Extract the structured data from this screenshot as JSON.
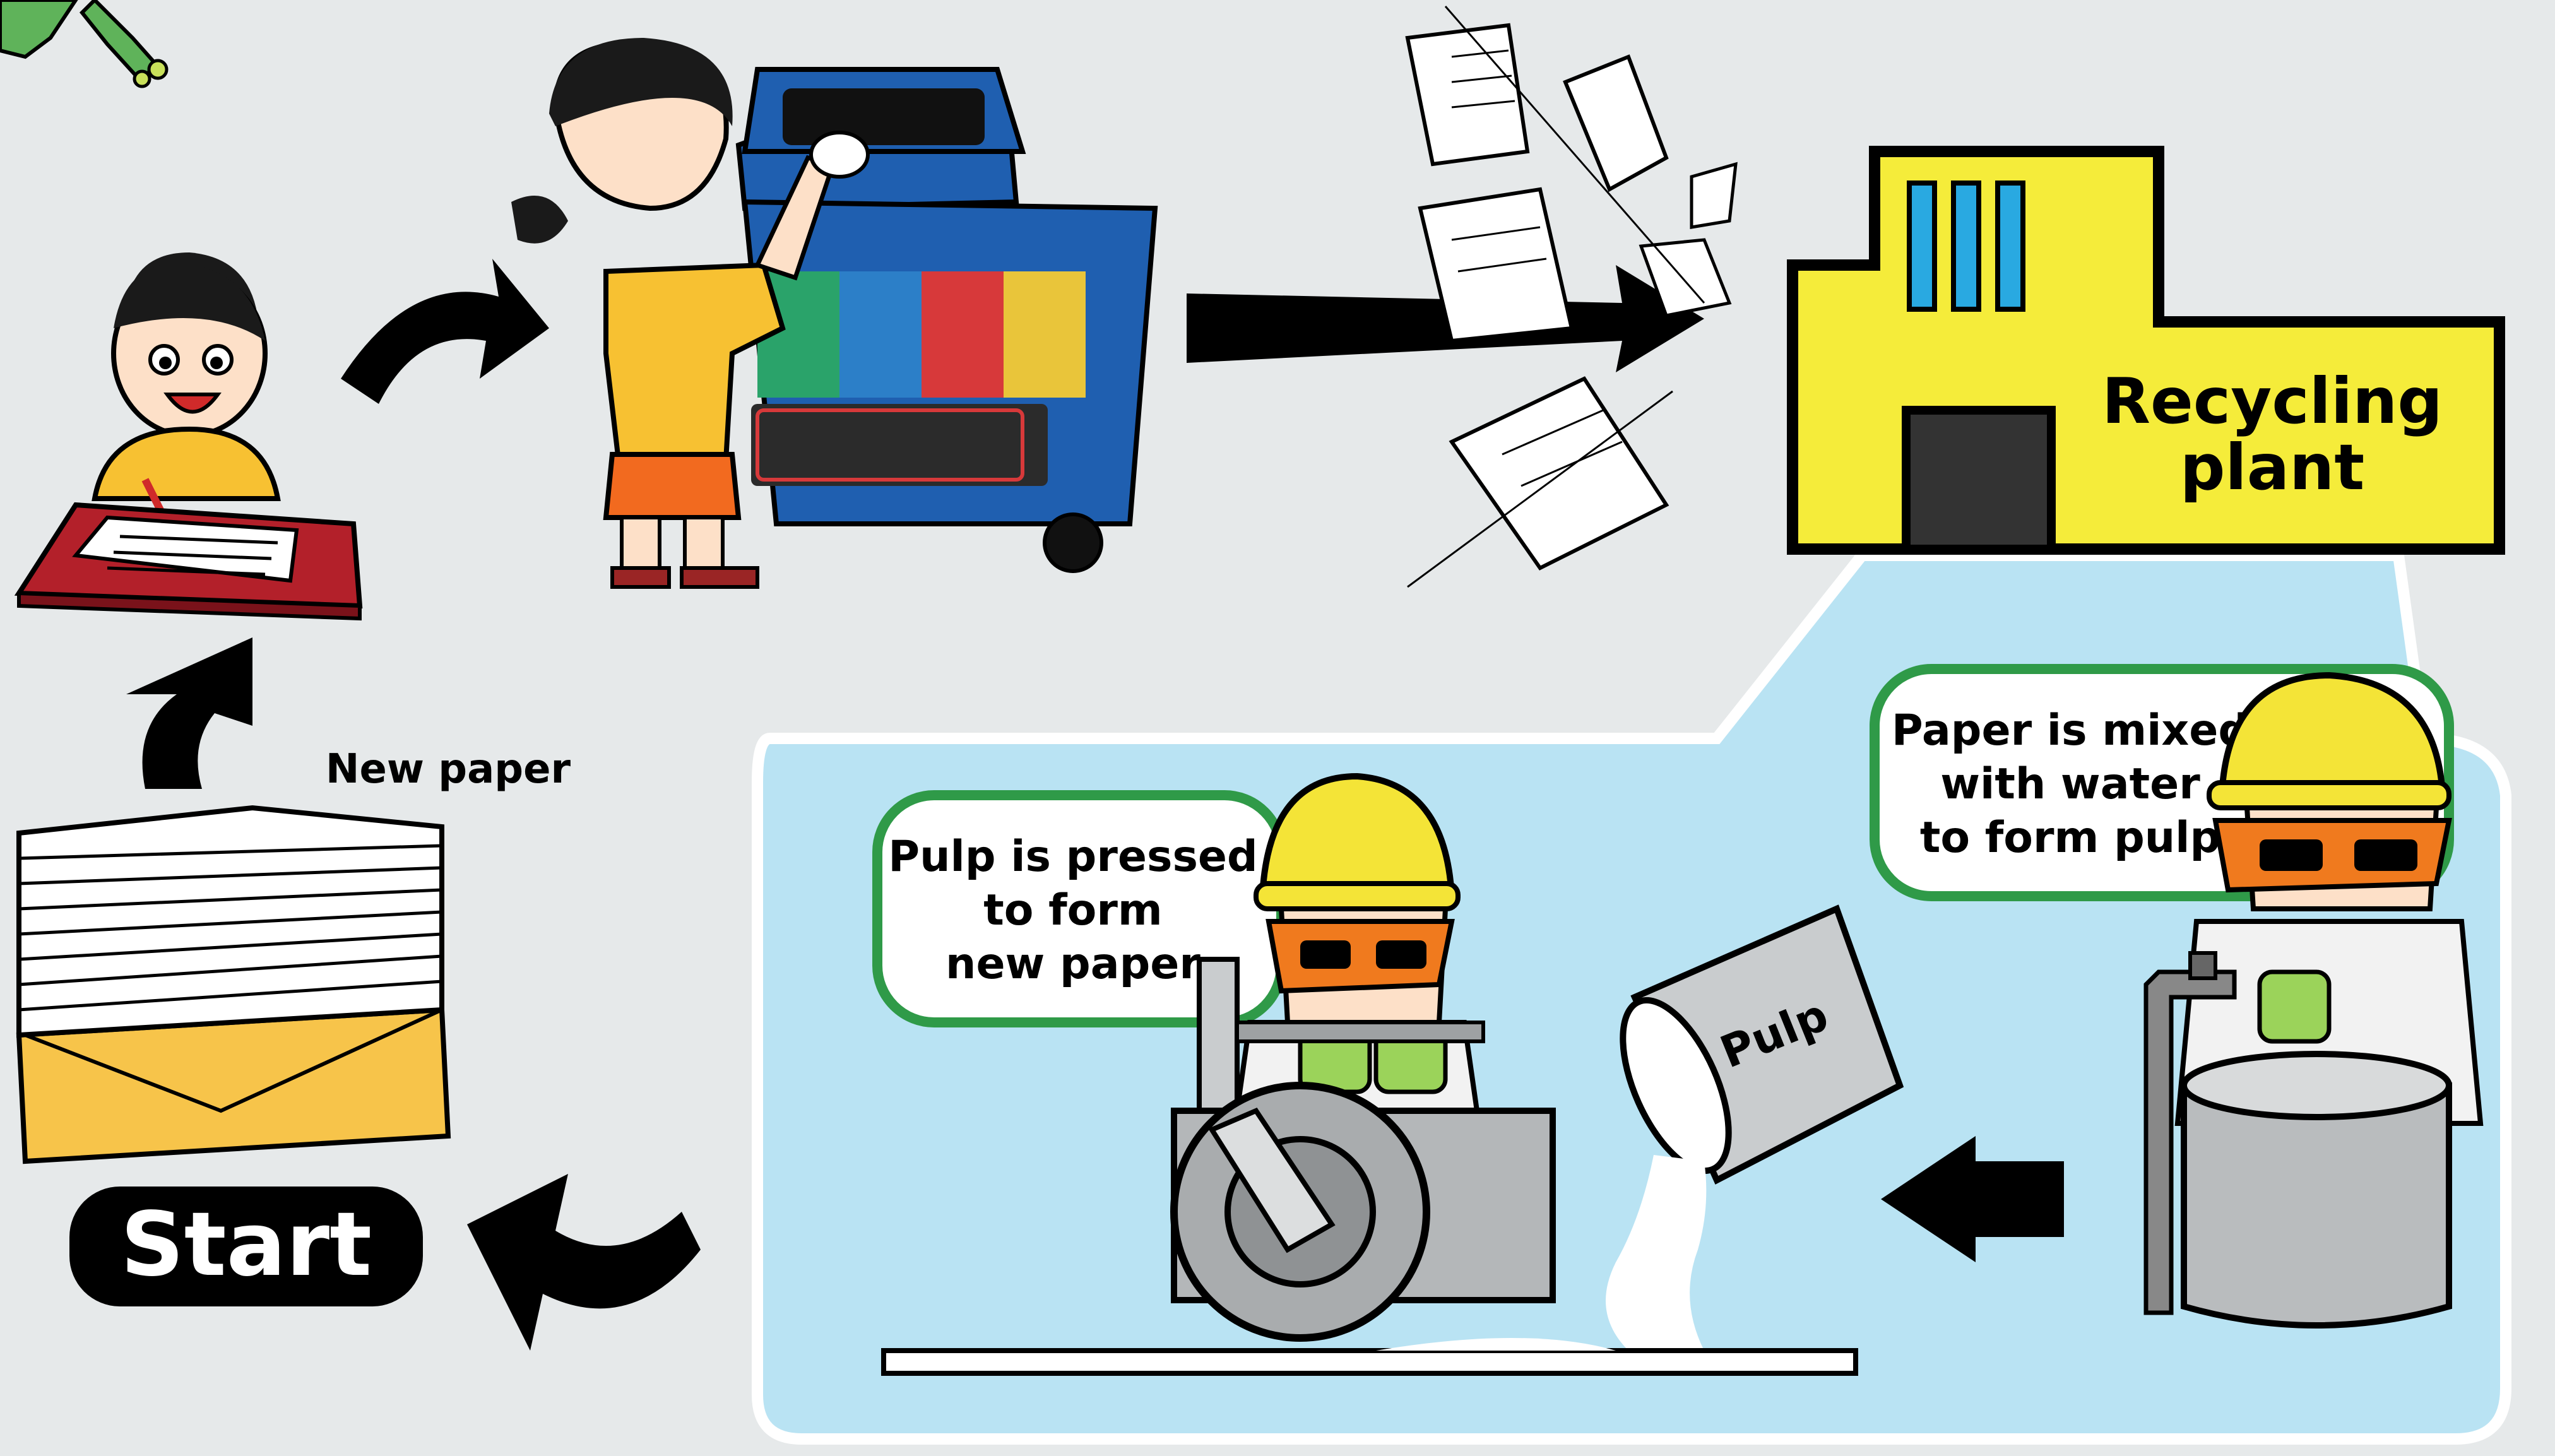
{
  "labels": {
    "start": "Start",
    "new_paper": "New paper",
    "recycling_plant_line1": "Recycling",
    "recycling_plant_line2": "plant",
    "mix_bubble_line1": "Paper is mixed",
    "mix_bubble_line2": "with water",
    "mix_bubble_line3": "to form pulp",
    "press_bubble_line1": "Pulp is pressed",
    "press_bubble_line2": "to form",
    "press_bubble_line3": "new paper",
    "pulp_bucket": "Pulp"
  },
  "colors": {
    "background": "#e6e9ea",
    "water_panel": "#b9e3f3",
    "plant_yellow": "#f5ec3a",
    "bubble_border": "#2f9a48",
    "helmet_yellow": "#f4e437",
    "goggles_orange": "#f07a1e",
    "bin_blue": "#1f5fb0",
    "desk_red": "#b3202a"
  },
  "icons": [
    "frog-foot-icon",
    "writing-girl-icon",
    "recycling-bin-icon",
    "girl-recycling-icon",
    "flying-paper-icon",
    "paper-stack-icon",
    "pulp-bucket-icon",
    "press-machine-icon",
    "worker-icon",
    "water-tap-icon",
    "flow-arrow-icon"
  ]
}
